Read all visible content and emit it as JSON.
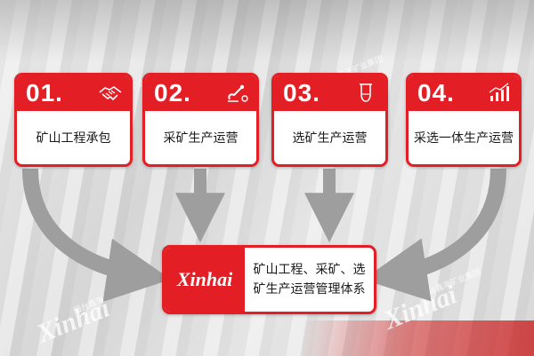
{
  "colors": {
    "brand_red": "#e31e24",
    "arrow_gray": "#9e9e9e"
  },
  "steps": [
    {
      "number": "01.",
      "label": "矿山工程承包",
      "icon": "handshake-icon"
    },
    {
      "number": "02.",
      "label": "采矿生产运营",
      "icon": "shovel-icon"
    },
    {
      "number": "03.",
      "label": "选矿生产运营",
      "icon": "flask-icon"
    },
    {
      "number": "04.",
      "label": "采选一体生产运营",
      "icon": "bar-chart-icon"
    }
  ],
  "result": {
    "logo": "Xinhai",
    "line1": "矿山工程、采矿、选",
    "line2": "矿生产运营管理体系"
  },
  "watermarks": {
    "brand": "Xinhai",
    "company": "烟台鑫海矿业集团"
  }
}
